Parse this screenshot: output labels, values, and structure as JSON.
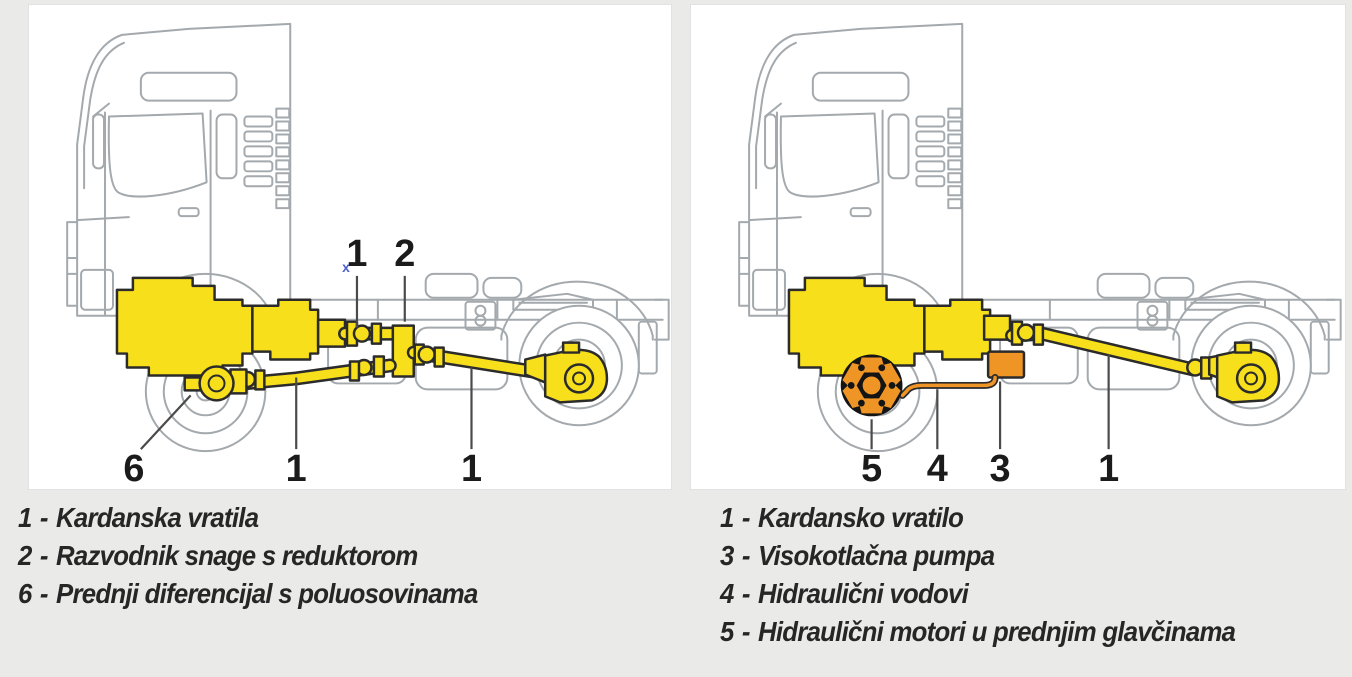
{
  "ui": {
    "separator": "-"
  },
  "colors": {
    "background": "#EAEAE9",
    "panel": "#FFFFFF",
    "lineart": "#A3A9AD",
    "highlight_yellow": "#F7DF1B",
    "highlight_orange": "#EE9526",
    "text": "#262626"
  },
  "left_figure": {
    "top_labels": [
      "1",
      "2"
    ],
    "cursor_marker": "x",
    "bottom_labels": [
      "6",
      "1",
      "1"
    ],
    "legend": [
      {
        "number": "1",
        "text": "Kardanska vratila"
      },
      {
        "number": "2",
        "text": "Razvodnik snage s reduktorom"
      },
      {
        "number": "6",
        "text": "Prednji diferencijal s poluosovinama"
      }
    ]
  },
  "right_figure": {
    "bottom_labels": [
      "5",
      "4",
      "3",
      "1"
    ],
    "legend": [
      {
        "number": "1",
        "text": "Kardansko vratilo"
      },
      {
        "number": "3",
        "text": "Visokotlačna pumpa"
      },
      {
        "number": "4",
        "text": "Hidraulični vodovi"
      },
      {
        "number": "5",
        "text": "Hidraulični motori u prednjim glavčinama"
      }
    ]
  }
}
